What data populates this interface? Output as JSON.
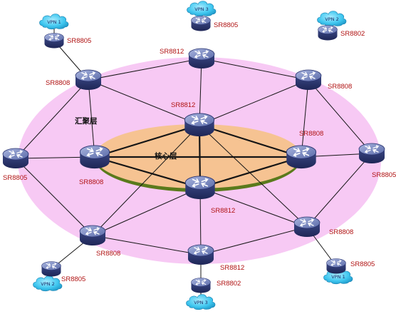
{
  "diagram": {
    "zones": {
      "aggregation_label": "汇聚层",
      "core_label": "核心层"
    },
    "colors": {
      "aggregation_fill": "#f7c9f4",
      "core_fill": "#f6c392",
      "core_edge": "#5a7a1c",
      "router_dark": "#2f3a78",
      "router_mid": "#4e5f9c",
      "router_light": "#8796c8",
      "cloud": "#3ec6ef",
      "label": "#b01212"
    },
    "routers": [
      {
        "id": "r-top-left-edge",
        "label": "SR8805"
      },
      {
        "id": "r-top-edge",
        "label": "SR8805"
      },
      {
        "id": "r-top-right-edge",
        "label": "SR8802"
      },
      {
        "id": "r-agg-top",
        "label": "SR8812"
      },
      {
        "id": "r-agg-tl",
        "label": "SR8808"
      },
      {
        "id": "r-agg-tr",
        "label": "SR8808"
      },
      {
        "id": "r-core-top",
        "label": "SR8812"
      },
      {
        "id": "r-agg-left",
        "label": "SR8805"
      },
      {
        "id": "r-core-left",
        "label": "SR8808"
      },
      {
        "id": "r-core-right",
        "label": "SR8808"
      },
      {
        "id": "r-agg-right",
        "label": "SR8805"
      },
      {
        "id": "r-core-bottom",
        "label": "SR8812"
      },
      {
        "id": "r-agg-bl",
        "label": "SR8808"
      },
      {
        "id": "r-agg-br",
        "label": "SR8808"
      },
      {
        "id": "r-agg-bottom",
        "label": "SR8812"
      },
      {
        "id": "r-bl-edge",
        "label": "SR8805"
      },
      {
        "id": "r-bottom-edge",
        "label": "SR8802"
      },
      {
        "id": "r-br-edge",
        "label": "SR8805"
      }
    ],
    "vpns": [
      {
        "id": "vpn-top-left",
        "label": "VPN 1"
      },
      {
        "id": "vpn-top",
        "label": "VPN 3"
      },
      {
        "id": "vpn-top-right",
        "label": "VPN 2"
      },
      {
        "id": "vpn-bottom-left",
        "label": "VPN 2"
      },
      {
        "id": "vpn-bottom",
        "label": "VPN 3"
      },
      {
        "id": "vpn-bottom-right",
        "label": "VPN 1"
      }
    ],
    "links": [
      [
        "r-core-top",
        "r-core-left"
      ],
      [
        "r-core-top",
        "r-core-right"
      ],
      [
        "r-core-top",
        "r-core-bottom"
      ],
      [
        "r-core-left",
        "r-core-bottom"
      ],
      [
        "r-core-right",
        "r-core-bottom"
      ],
      [
        "r-core-left",
        "r-core-right"
      ],
      [
        "r-agg-tl",
        "r-agg-top"
      ],
      [
        "r-agg-top",
        "r-agg-tr"
      ],
      [
        "r-agg-tr",
        "r-agg-right"
      ],
      [
        "r-agg-right",
        "r-agg-br"
      ],
      [
        "r-agg-br",
        "r-agg-bottom"
      ],
      [
        "r-agg-bottom",
        "r-agg-bl"
      ],
      [
        "r-agg-bl",
        "r-agg-left"
      ],
      [
        "r-agg-left",
        "r-agg-tl"
      ],
      [
        "r-agg-top",
        "r-core-top"
      ],
      [
        "r-agg-tl",
        "r-core-top"
      ],
      [
        "r-agg-tr",
        "r-core-top"
      ],
      [
        "r-agg-tl",
        "r-core-left"
      ],
      [
        "r-agg-left",
        "r-core-left"
      ],
      [
        "r-agg-right",
        "r-core-right"
      ],
      [
        "r-agg-tr",
        "r-core-right"
      ],
      [
        "r-agg-bl",
        "r-core-bottom"
      ],
      [
        "r-agg-bottom",
        "r-core-bottom"
      ],
      [
        "r-agg-br",
        "r-core-bottom"
      ],
      [
        "r-agg-bl",
        "r-core-top"
      ],
      [
        "r-agg-br",
        "r-core-top"
      ],
      [
        "r-agg-tl",
        "r-top-left-edge"
      ],
      [
        "r-agg-bl",
        "r-bl-edge"
      ],
      [
        "r-agg-bottom",
        "r-bottom-edge"
      ],
      [
        "r-agg-br",
        "r-br-edge"
      ]
    ]
  }
}
